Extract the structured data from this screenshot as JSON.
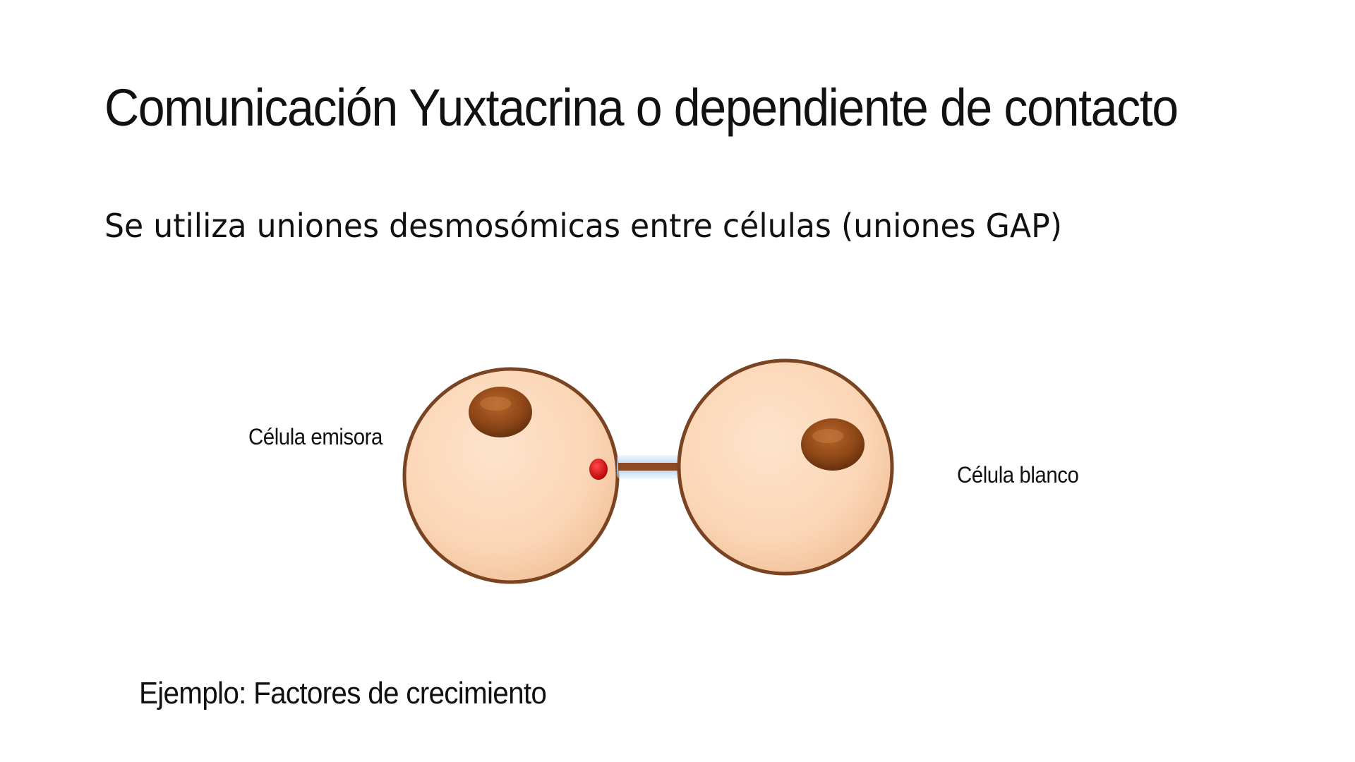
{
  "slide": {
    "title": "Comunicación Yuxtacrina o dependiente de contacto",
    "subtitle": "Se utiliza uniones desmosómicas entre células (uniones GAP)",
    "example": "Ejemplo: Factores de crecimiento"
  },
  "diagram": {
    "sender_label": "Célula emisora",
    "target_label": "Célula blanco"
  },
  "colors": {
    "cell_fill": "#fbd8bb",
    "cell_border": "#7a4422",
    "nucleus": "#8b4513",
    "signal_dot": "#dd1111",
    "junction_glow": "#aed0f2",
    "junction_bar": "#8b4a22"
  }
}
